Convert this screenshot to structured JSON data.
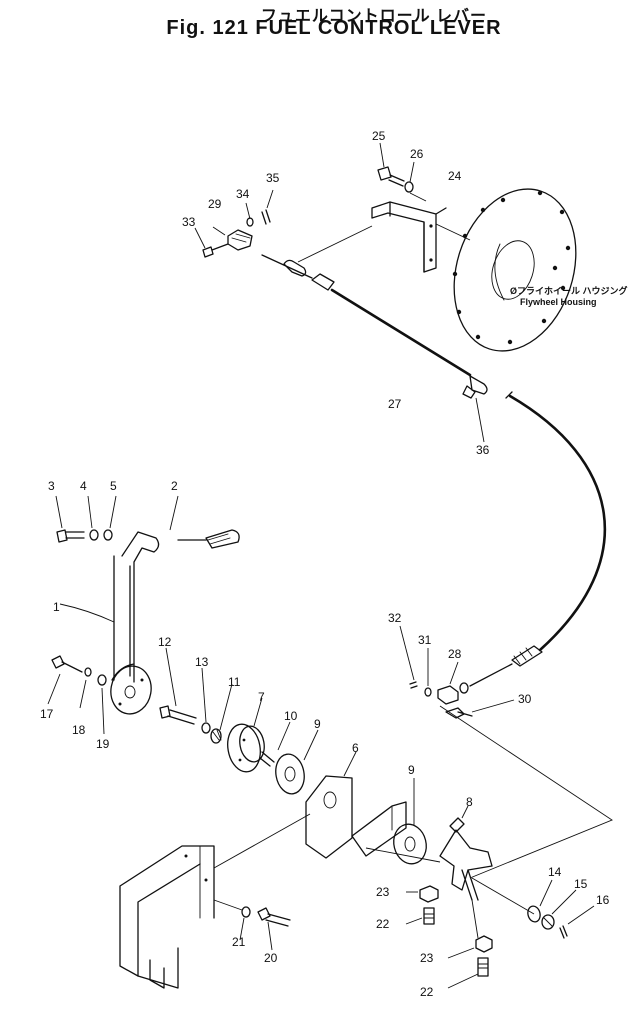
{
  "header": {
    "title_jp": "フュエルコントロール レバー",
    "title_en": "Fig. 121 FUEL CONTROL LEVER"
  },
  "annotations": {
    "flywheel_jp": "Øフライホイール ハウジング",
    "flywheel_en": "Flywheel Housing"
  },
  "callouts": [
    {
      "id": "c1",
      "number": "1"
    },
    {
      "id": "c2",
      "number": "2"
    },
    {
      "id": "c3",
      "number": "3"
    },
    {
      "id": "c4",
      "number": "4"
    },
    {
      "id": "c5",
      "number": "5"
    },
    {
      "id": "c6",
      "number": "6"
    },
    {
      "id": "c7",
      "number": "7"
    },
    {
      "id": "c8",
      "number": "8"
    },
    {
      "id": "c9a",
      "number": "9"
    },
    {
      "id": "c9b",
      "number": "9"
    },
    {
      "id": "c10",
      "number": "10"
    },
    {
      "id": "c11",
      "number": "11"
    },
    {
      "id": "c12",
      "number": "12"
    },
    {
      "id": "c13",
      "number": "13"
    },
    {
      "id": "c14",
      "number": "14"
    },
    {
      "id": "c15",
      "number": "15"
    },
    {
      "id": "c16",
      "number": "16"
    },
    {
      "id": "c17",
      "number": "17"
    },
    {
      "id": "c18",
      "number": "18"
    },
    {
      "id": "c19",
      "number": "19"
    },
    {
      "id": "c20",
      "number": "20"
    },
    {
      "id": "c21",
      "number": "21"
    },
    {
      "id": "c22a",
      "number": "22"
    },
    {
      "id": "c22b",
      "number": "22"
    },
    {
      "id": "c23a",
      "number": "23"
    },
    {
      "id": "c23b",
      "number": "23"
    },
    {
      "id": "c24",
      "number": "24"
    },
    {
      "id": "c25",
      "number": "25"
    },
    {
      "id": "c26",
      "number": "26"
    },
    {
      "id": "c27",
      "number": "27"
    },
    {
      "id": "c28",
      "number": "28"
    },
    {
      "id": "c29",
      "number": "29"
    },
    {
      "id": "c30",
      "number": "30"
    },
    {
      "id": "c31",
      "number": "31"
    },
    {
      "id": "c32",
      "number": "32"
    },
    {
      "id": "c33",
      "number": "33"
    },
    {
      "id": "c34",
      "number": "34"
    },
    {
      "id": "c35",
      "number": "35"
    },
    {
      "id": "c36",
      "number": "36"
    }
  ]
}
